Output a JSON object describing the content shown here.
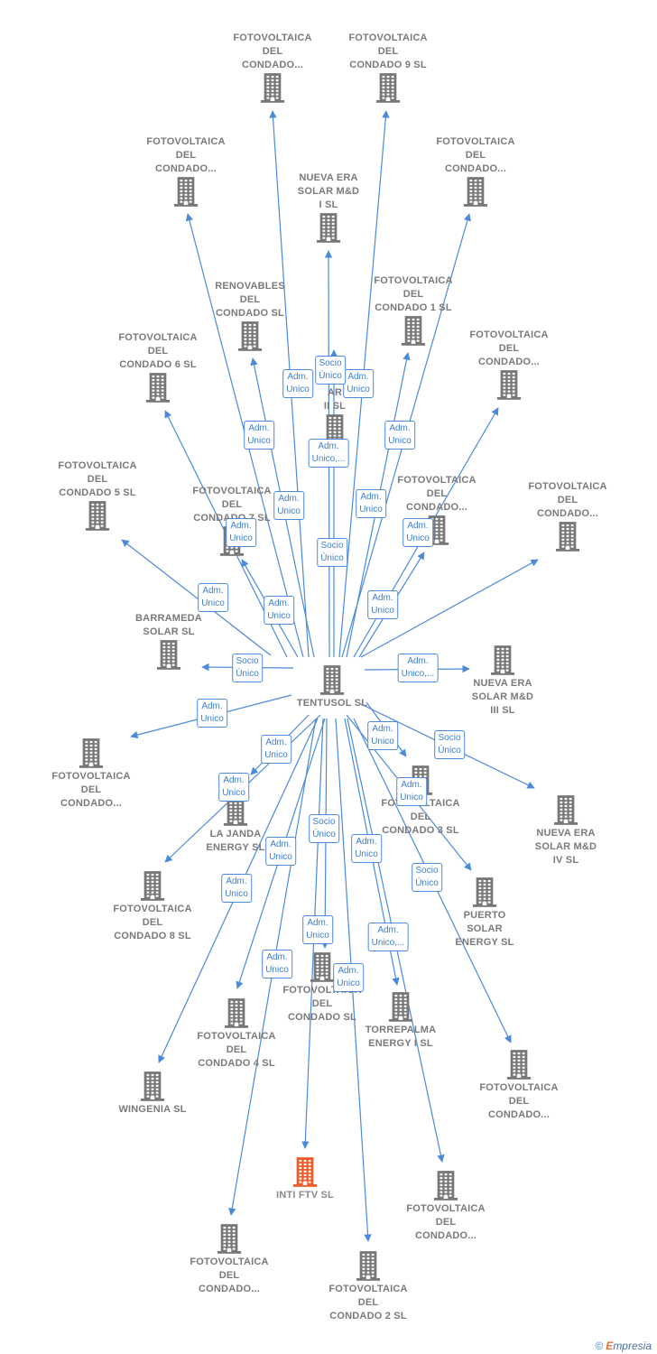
{
  "colors": {
    "edge": "#4a8ad8",
    "node": "#777777",
    "focus": "#f05a28",
    "label": "#7a7a7a"
  },
  "center": {
    "label": "TENTUSOL SL"
  },
  "nodes": [
    {
      "id": "n_fc_top1",
      "label": "FOTOVOLTAICA\nDEL\nCONDADO..."
    },
    {
      "id": "n_fc9",
      "label": "FOTOVOLTAICA\nDEL\nCONDADO 9 SL"
    },
    {
      "id": "n_fc_top2",
      "label": "FOTOVOLTAICA\nDEL\nCONDADO..."
    },
    {
      "id": "n_fc_top3",
      "label": "FOTOVOLTAICA\nDEL\nCONDADO..."
    },
    {
      "id": "n_ne1",
      "label": "NUEVA ERA\nSOLAR M&D\nI  SL"
    },
    {
      "id": "n_ren",
      "label": "RENOVABLES\nDEL\nCONDADO SL"
    },
    {
      "id": "n_fc1",
      "label": "FOTOVOLTAICA\nDEL\nCONDADO 1 SL"
    },
    {
      "id": "n_fc6",
      "label": "FOTOVOLTAICA\nDEL\nCONDADO 6 SL"
    },
    {
      "id": "n_fc_r1",
      "label": "FOTOVOLTAICA\nDEL\nCONDADO..."
    },
    {
      "id": "n_ne2",
      "label": "EVA\nAR\nII  SL"
    },
    {
      "id": "n_fc5",
      "label": "FOTOVOLTAICA\nDEL\nCONDADO 5 SL"
    },
    {
      "id": "n_fc7",
      "label": "FOTOVOLTAICA\nDEL\nCONDADO 7 SL"
    },
    {
      "id": "n_fc_mid",
      "label": "FOTOVOLTAICA\nDEL\nCONDADO..."
    },
    {
      "id": "n_fc_r2",
      "label": "FOTOVOLTAICA\nDEL\nCONDADO..."
    },
    {
      "id": "n_bar",
      "label": "BARRAMEDA\nSOLAR  SL"
    },
    {
      "id": "n_ne3",
      "label": "NUEVA ERA\nSOLAR M&D\nIII  SL"
    },
    {
      "id": "n_fc_l",
      "label": "FOTOVOLTAICA\nDEL\nCONDADO..."
    },
    {
      "id": "n_fc3",
      "label": "FOTOVOLTAICA\nDEL\nCONDADO 3 SL"
    },
    {
      "id": "n_ne4",
      "label": "NUEVA ERA\nSOLAR M&D\nIV  SL"
    },
    {
      "id": "n_janda",
      "label": "LA JANDA\nENERGY  SL"
    },
    {
      "id": "n_fc8",
      "label": "FOTOVOLTAICA\nDEL\nCONDADO 8 SL"
    },
    {
      "id": "n_puerto",
      "label": "PUERTO\nSOLAR\nENERGY  SL"
    },
    {
      "id": "n_fcsl",
      "label": "FOTOVOLTAICA\nDEL\nCONDADO SL"
    },
    {
      "id": "n_torre",
      "label": "TORREPALMA\nENERGY I  SL"
    },
    {
      "id": "n_fc4",
      "label": "FOTOVOLTAICA\nDEL\nCONDADO 4 SL"
    },
    {
      "id": "n_fc_br1",
      "label": "FOTOVOLTAICA\nDEL\nCONDADO..."
    },
    {
      "id": "n_wing",
      "label": "WINGENIA SL"
    },
    {
      "id": "n_inti",
      "label": "INTI FTV  SL",
      "focus": true
    },
    {
      "id": "n_fc_b1",
      "label": "FOTOVOLTAICA\nDEL\nCONDADO..."
    },
    {
      "id": "n_fc_b2",
      "label": "FOTOVOLTAICA\nDEL\nCONDADO..."
    },
    {
      "id": "n_fc2",
      "label": "FOTOVOLTAICA\nDEL\nCONDADO 2 SL"
    }
  ],
  "edge_labels": [
    "Adm.\nUnico",
    "Adm.\nUnico",
    "Adm.\nUnico",
    "Adm.\nUnico,...",
    "Adm.\nUnico",
    "Adm.\nUnico",
    "Socio\nÚnico",
    "Adm.\nUnico",
    "Adm.\nUnico",
    "Socio\nÚnico",
    "Adm.\nUnico",
    "Adm.\nUnico",
    "Adm.\nUnico",
    "Adm.\nUnico",
    "Socio\nÚnico",
    "Adm.\nUnico,...",
    "Adm.\nUnico",
    "Adm.\nUnico",
    "Socio\nÚnico",
    "Adm.\nUnico",
    "Socio\nÚnico",
    "Adm.\nUnico",
    "Adm.\nUnico",
    "Adm.\nUnico",
    "Socio\nÚnico",
    "Adm.\nUnico",
    "Adm.\nUnico",
    "Adm.\nUnico,...",
    "Adm.\nUnico",
    "Adm.\nUnico",
    "Adm.\nUnico"
  ],
  "footer": {
    "copyright": "©",
    "brand_initial": "E",
    "brand_rest": "mpresia"
  }
}
